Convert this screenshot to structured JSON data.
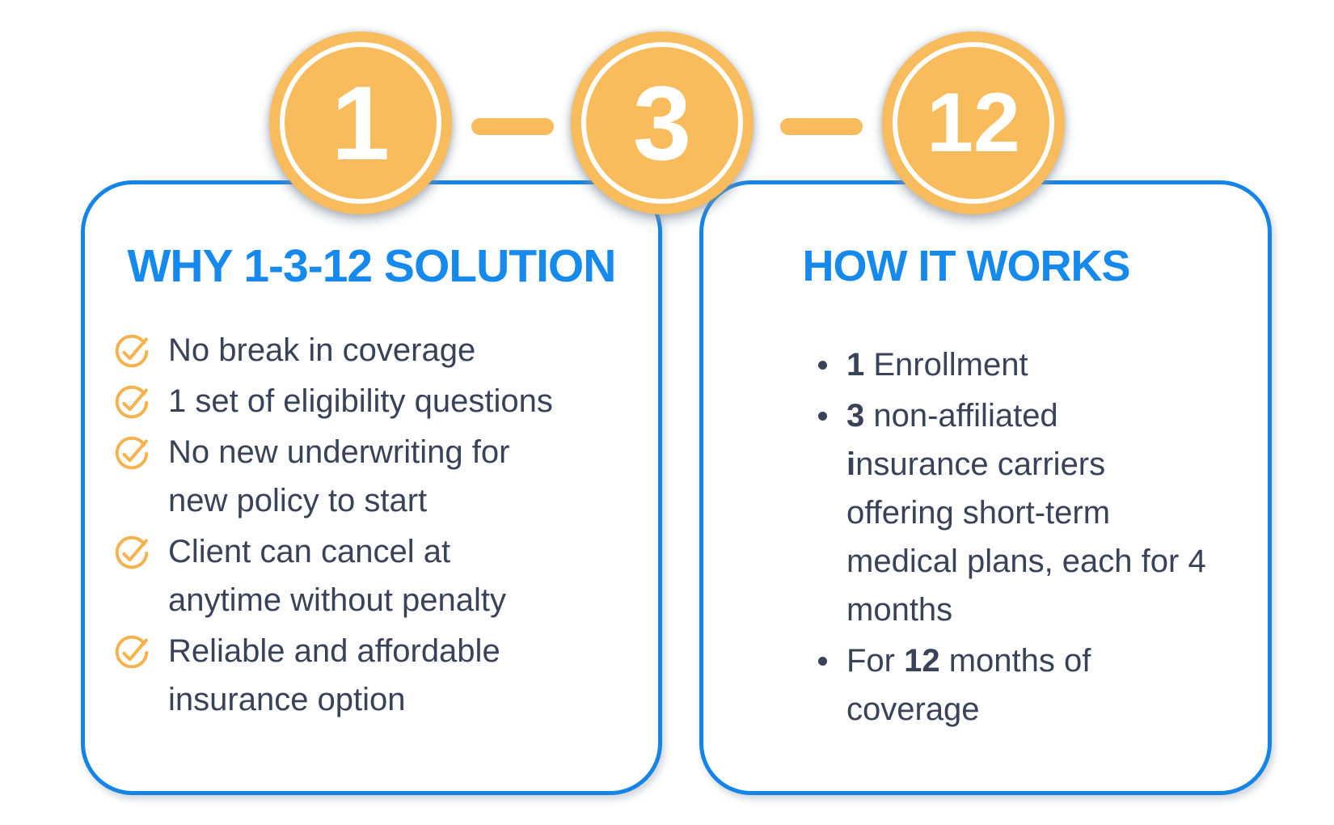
{
  "palette": {
    "orange": "#F8BC5C",
    "orange2": "#F6B24C",
    "heading_blue": "#1589EC",
    "border_blue": "#1484E6",
    "text_dark": "#3A4258"
  },
  "badges": {
    "first": "1",
    "second": "3",
    "third": "12"
  },
  "left_card": {
    "title": "WHY 1-3-12 SOLUTION",
    "items": [
      {
        "lines": [
          [
            {
              "t": "No break in coverage"
            }
          ]
        ]
      },
      {
        "lines": [
          [
            {
              "t": "1 set of eligibility questions"
            }
          ]
        ]
      },
      {
        "lines": [
          [
            {
              "t": "No new underwriting for"
            }
          ],
          [
            {
              "t": "new policy to start"
            }
          ]
        ]
      },
      {
        "lines": [
          [
            {
              "t": "Client can cancel at"
            }
          ],
          [
            {
              "t": "anytime without penalty"
            }
          ]
        ]
      },
      {
        "lines": [
          [
            {
              "t": "Reliable and affordable"
            }
          ],
          [
            {
              "t": "insurance option"
            }
          ]
        ]
      }
    ]
  },
  "right_card": {
    "title": "HOW IT WORKS",
    "items": [
      {
        "lines": [
          [
            {
              "t": "1 ",
              "b": true
            },
            {
              "t": "Enrollment"
            }
          ]
        ]
      },
      {
        "lines": [
          [
            {
              "t": "3 ",
              "b": true
            },
            {
              "t": "non-affiliated"
            }
          ],
          [
            {
              "t": "i",
              "b": true
            },
            {
              "t": "nsurance carriers"
            }
          ],
          [
            {
              "t": "offering short-term"
            }
          ],
          [
            {
              "t": "medical plans, each for 4"
            }
          ],
          [
            {
              "t": "months"
            }
          ]
        ]
      },
      {
        "lines": [
          [
            {
              "t": "For "
            },
            {
              "t": "12",
              "b": true
            },
            {
              "t": " months of"
            }
          ],
          [
            {
              "t": "coverage"
            }
          ]
        ]
      }
    ]
  }
}
